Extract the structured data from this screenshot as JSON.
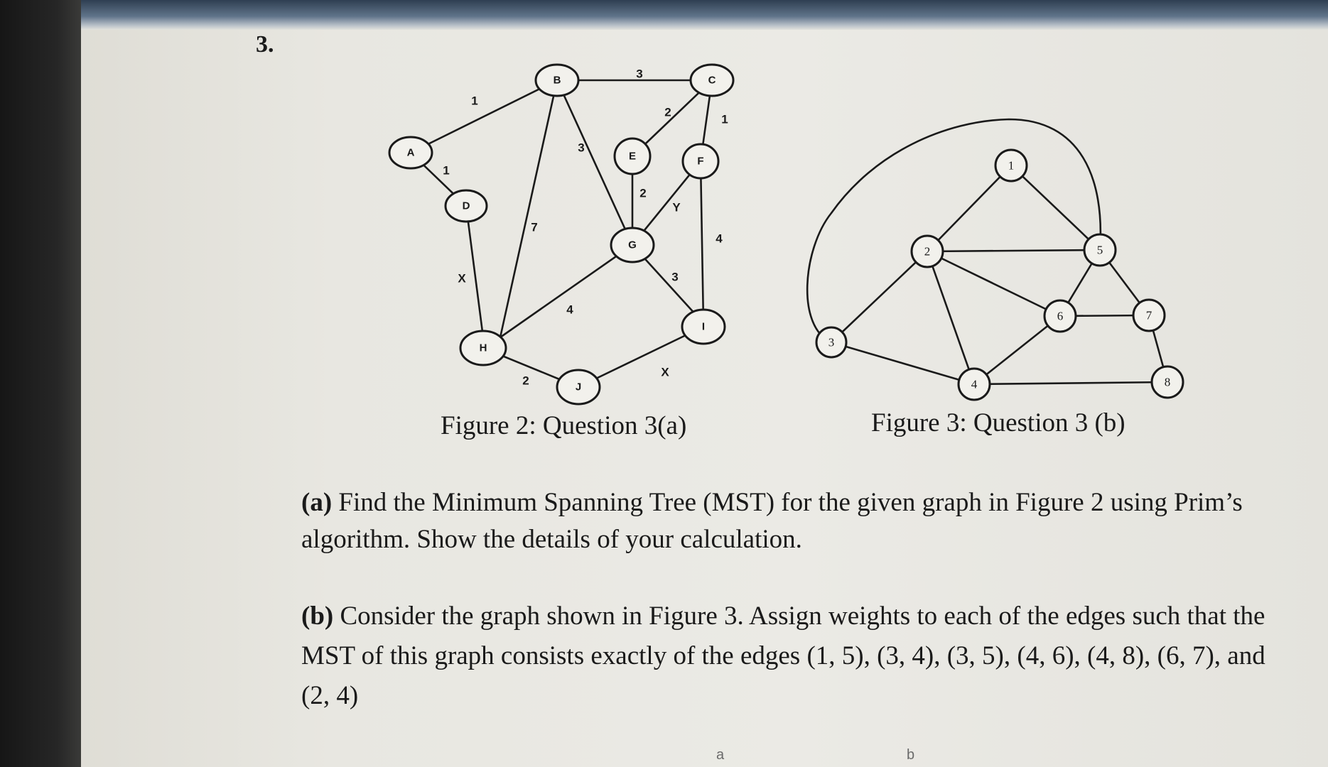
{
  "question_number": "3.",
  "figure_a": {
    "caption": "Figure 2: Question 3(a)",
    "nodes": [
      "A",
      "B",
      "C",
      "D",
      "E",
      "F",
      "G",
      "H",
      "I",
      "J"
    ],
    "edges": [
      {
        "from": "A",
        "to": "B",
        "weight": "1"
      },
      {
        "from": "A",
        "to": "D",
        "weight": "1"
      },
      {
        "from": "B",
        "to": "C",
        "weight": "3"
      },
      {
        "from": "B",
        "to": "G",
        "weight": "3"
      },
      {
        "from": "B",
        "to": "H",
        "weight": "7"
      },
      {
        "from": "C",
        "to": "E",
        "weight": "2"
      },
      {
        "from": "C",
        "to": "F",
        "weight": "1"
      },
      {
        "from": "E",
        "to": "G",
        "weight": "2"
      },
      {
        "from": "F",
        "to": "G",
        "weight": "Y"
      },
      {
        "from": "F",
        "to": "I",
        "weight": "4"
      },
      {
        "from": "D",
        "to": "H",
        "weight": "X"
      },
      {
        "from": "G",
        "to": "H",
        "weight": "4"
      },
      {
        "from": "G",
        "to": "I",
        "weight": "3"
      },
      {
        "from": "H",
        "to": "J",
        "weight": "2"
      },
      {
        "from": "J",
        "to": "I",
        "weight": "X"
      }
    ]
  },
  "figure_b": {
    "caption": "Figure 3: Question 3 (b)",
    "nodes": [
      "1",
      "2",
      "3",
      "4",
      "5",
      "6",
      "7",
      "8"
    ],
    "edges": [
      [
        "1",
        "2"
      ],
      [
        "1",
        "5"
      ],
      [
        "2",
        "5"
      ],
      [
        "2",
        "6"
      ],
      [
        "2",
        "4"
      ],
      [
        "2",
        "3"
      ],
      [
        "5",
        "3"
      ],
      [
        "5",
        "6"
      ],
      [
        "5",
        "7"
      ],
      [
        "6",
        "7"
      ],
      [
        "6",
        "4"
      ],
      [
        "3",
        "4"
      ],
      [
        "4",
        "8"
      ],
      [
        "7",
        "8"
      ]
    ]
  },
  "part_a": {
    "label": "(a)",
    "text": "Find the Minimum Spanning Tree (MST) for the given graph in Figure 2 using Prim’s algorithm. Show the details of your calculation."
  },
  "part_b": {
    "label": "(b)",
    "text": "Consider the graph shown in Figure 3. Assign weights to each of the edges such that the MST of this graph consists exactly of the edges (1, 5), (3, 4), (3, 5), (4, 6), (4, 8), (6, 7), and (2, 4)"
  },
  "footer": {
    "left_letter": "a",
    "right_letter": "b"
  }
}
